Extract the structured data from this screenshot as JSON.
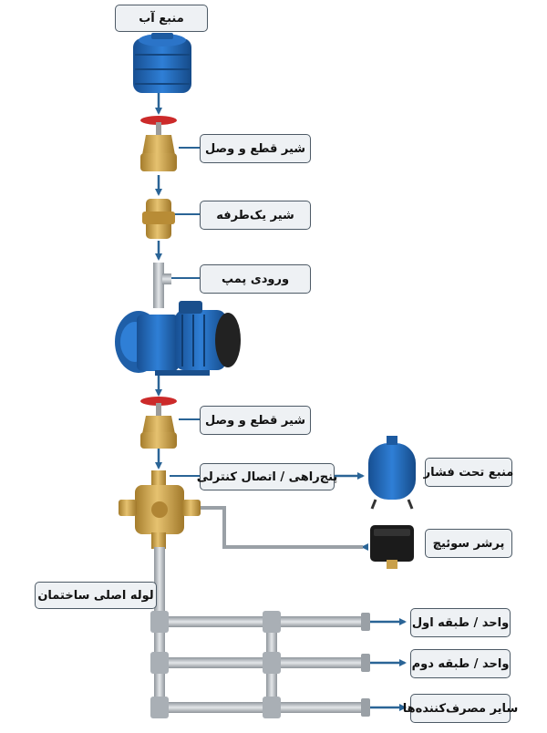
{
  "labels": {
    "water_source": "منبع آب",
    "shutoff_valve_top": "شیر قطع و وصل",
    "check_valve": "شیر یک‌طرفه",
    "pump_inlet": "ورودی پمپ",
    "shutoff_valve_bottom": "شیر قطع و وصل",
    "five_way": "پنج‌راهی / اتصال کنترلی",
    "pressure_tank": "منبع تحت فشار",
    "pressure_switch": "پرشر سوئیچ",
    "main_pipe": "لوله اصلی ساختمان",
    "unit_floor_1": "واحد / طبقه اول",
    "unit_floor_2": "واحد / طبقه دوم",
    "other_consumers": "سایر مصرف‌کننده‌ها"
  },
  "colors": {
    "arrow": "#2a6496",
    "pipe": "#b9bec3",
    "brass": "#c9a04a",
    "valve_handle": "#cc2a2a",
    "pump_blue": "#1f5fa8",
    "tank_blue": "#1f63b5",
    "label_bg": "#eef1f4",
    "label_border": "#4d5a66"
  }
}
